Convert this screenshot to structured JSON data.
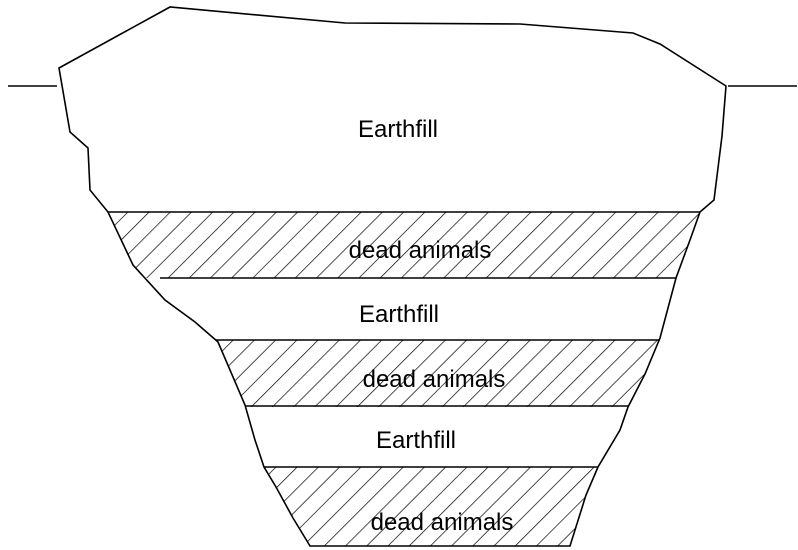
{
  "diagram": {
    "layers": [
      {
        "label": "Earthfill",
        "material": "earthfill"
      },
      {
        "label": "dead animals",
        "material": "dead-animals"
      },
      {
        "label": "Earthfill",
        "material": "earthfill"
      },
      {
        "label": "dead animals",
        "material": "dead-animals"
      },
      {
        "label": "Earthfill",
        "material": "earthfill"
      },
      {
        "label": "dead animals",
        "material": "dead-animals"
      }
    ],
    "colors": {
      "line": "#000000",
      "fill": "#ffffff"
    }
  }
}
